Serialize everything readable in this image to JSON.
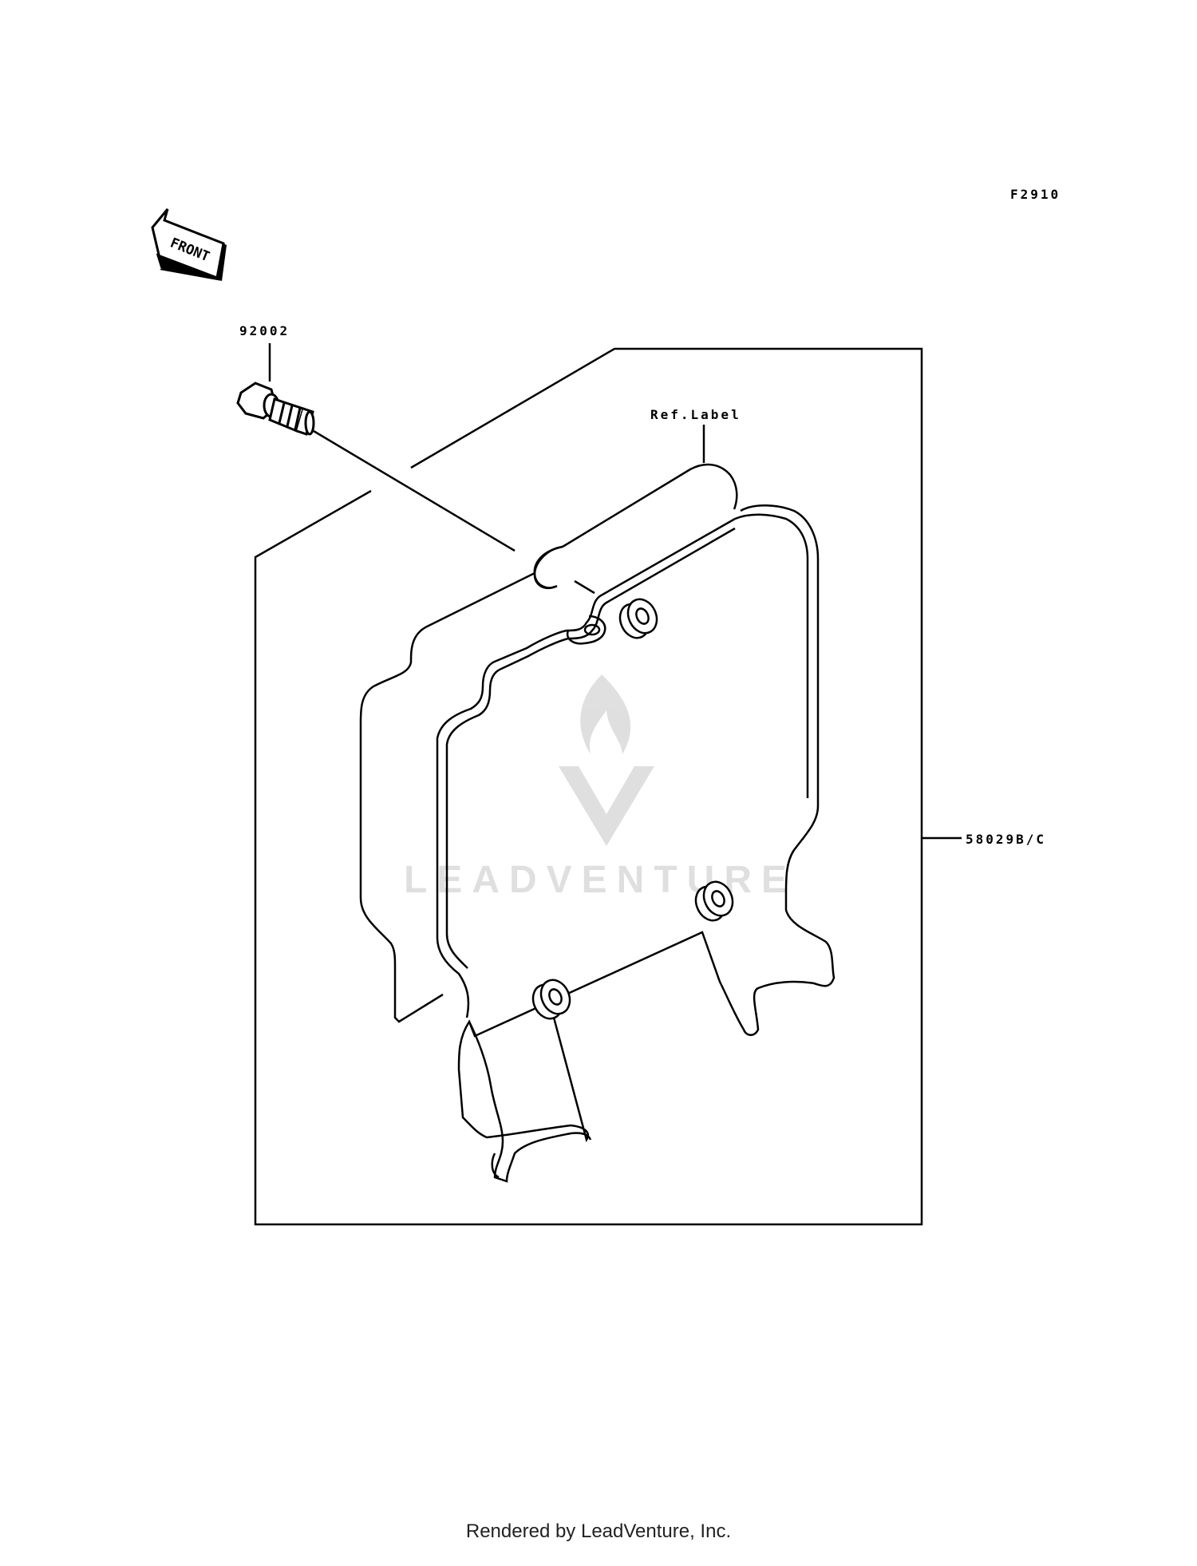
{
  "figure_code": "F2910",
  "front_arrow_text": "FRONT",
  "callouts": {
    "bolt": "92002",
    "label": "Ref.Label",
    "cover": "58029B/C"
  },
  "watermark": "LEADVENTURE",
  "footer": "Rendered by LeadVenture, Inc."
}
